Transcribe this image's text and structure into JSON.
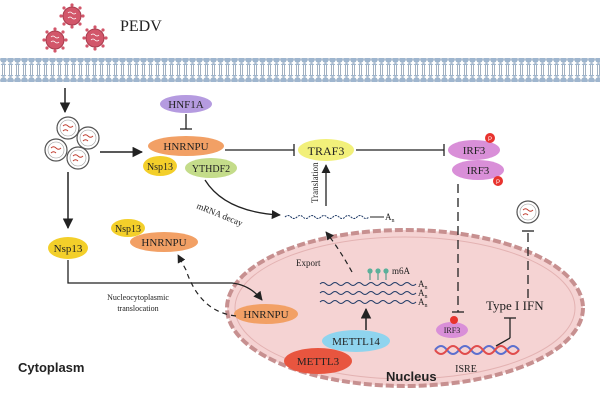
{
  "virus": {
    "label": "PEDV"
  },
  "nodes": {
    "hnf1a": "HNF1A",
    "hnrnpu_top": "HNRNPU",
    "nsp13_top": "Nsp13",
    "ythdf2": "YTHDF2",
    "traf3": "TRAF3",
    "irf3_a": "IRF3",
    "irf3_b": "IRF3",
    "nsp13_left": "Nsp13",
    "nsp13_small": "Nsp13",
    "hnrnpu_mid": "HNRNPU",
    "hnrnpu_nuclear": "HNRNPU",
    "mettl14": "METTL14",
    "mettl3": "METTL3",
    "irf3_nuc": "IRF3",
    "phospho": "P"
  },
  "labels": {
    "mrna_decay": "mRNA decay",
    "translation": "Translation",
    "export": "Export",
    "m6a": "m6A",
    "poly_a": "A",
    "poly_a_sub": "n",
    "nucleocyto_1": "Nucleocytoplasmic",
    "nucleocyto_2": "translocation",
    "type1_ifn": "Type I IFN",
    "isre": "ISRE",
    "cytoplasm": "Cytoplasm",
    "nucleus": "Nucleus"
  },
  "colors": {
    "membrane_head": "#9fb6cf",
    "membrane_tail": "#8a9cb0",
    "virus": "#d2566a",
    "hnf1a": "#b59be0",
    "hnrnpu": "#f2a065",
    "nsp13": "#f3cf2a",
    "ythdf2": "#c4dc8a",
    "traf3": "#f2f07a",
    "irf3": "#d98fd8",
    "phospho": "#e8332e",
    "nucleus_fill": "#f5d3d3",
    "nucleus_border": "#c79090",
    "mettl14": "#8fd4ee",
    "mettl3": "#e8553f",
    "dna_a": "#5b6fcf",
    "dna_b": "#e04c4c"
  }
}
